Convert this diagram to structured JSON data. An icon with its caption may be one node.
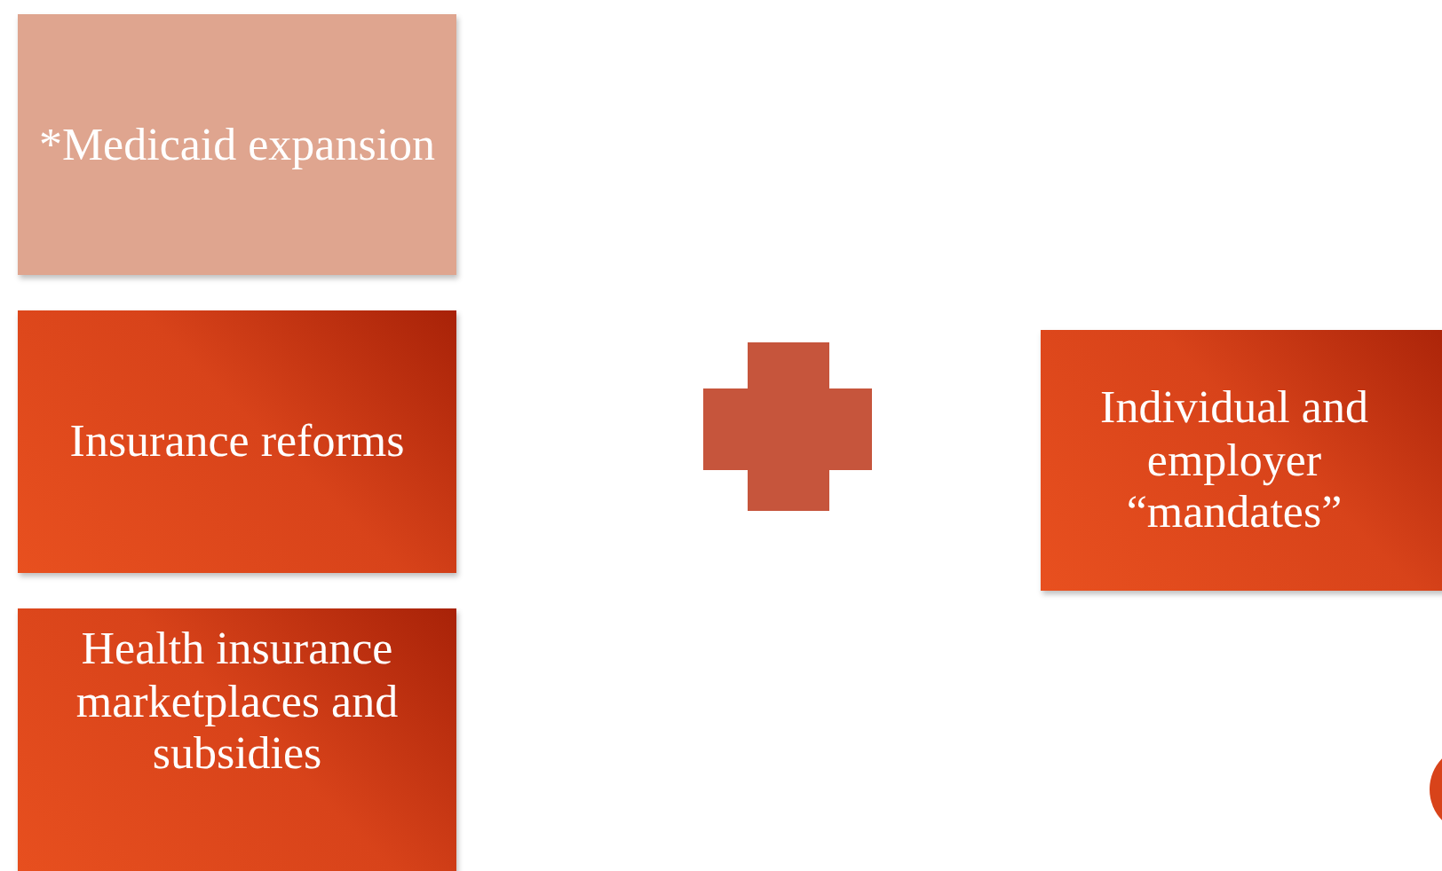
{
  "diagram": {
    "nodes": [
      {
        "text": [
          "*Medicaid expansion"
        ]
      },
      {
        "text": [
          "Insurance reforms"
        ]
      },
      {
        "text": [
          "Health insurance marketplaces and subsidies"
        ]
      },
      {
        "text": [
          "Individual and employer “mandates”"
        ]
      }
    ]
  }
}
